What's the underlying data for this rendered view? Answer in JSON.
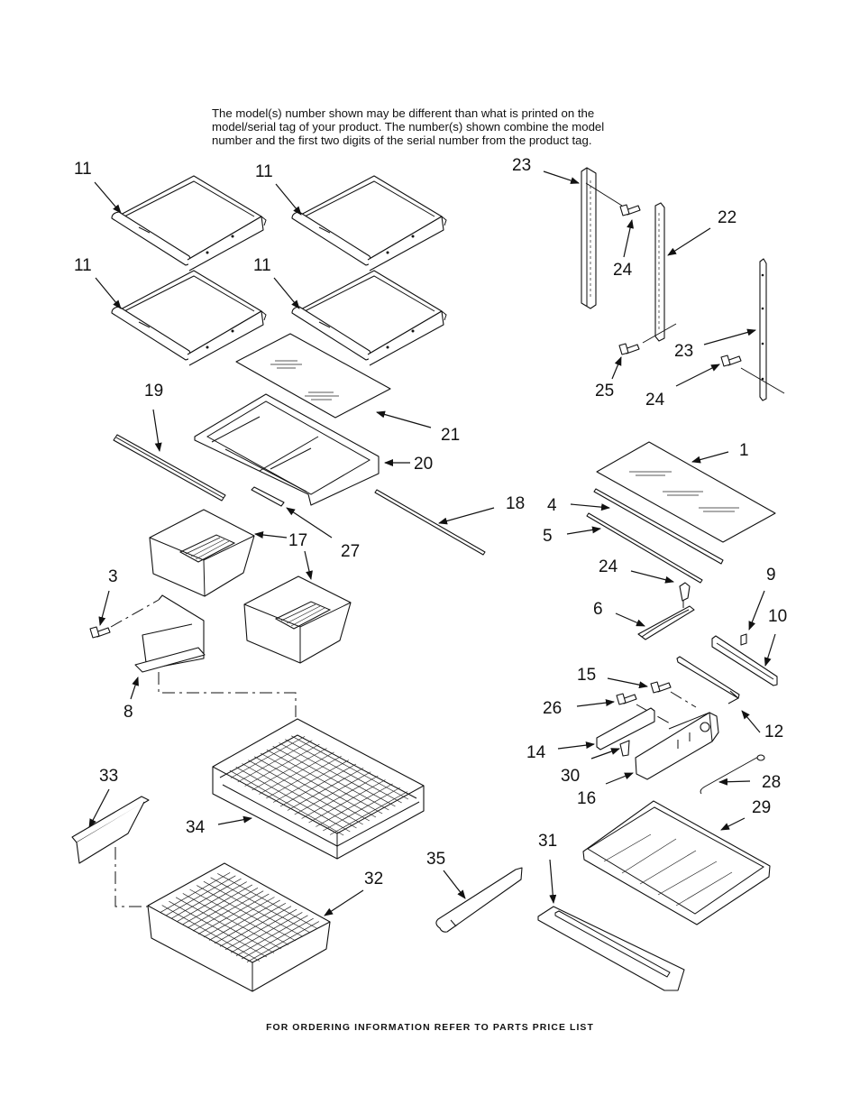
{
  "notice": {
    "lines": [
      "The model(s) number shown may be different than what is printed on the",
      "model/serial tag of your product. The number(s) shown combine the model",
      "number and the first two digits of the serial number from the product tag."
    ]
  },
  "footer": "FOR ORDERING INFORMATION REFER TO PARTS PRICE LIST",
  "callouts": [
    {
      "id": "c11a",
      "text": "11"
    },
    {
      "id": "c11b",
      "text": "11"
    },
    {
      "id": "c11c",
      "text": "11"
    },
    {
      "id": "c11d",
      "text": "11"
    },
    {
      "id": "c23a",
      "text": "23"
    },
    {
      "id": "c22",
      "text": "22"
    },
    {
      "id": "c24a",
      "text": "24"
    },
    {
      "id": "c23b",
      "text": "23"
    },
    {
      "id": "c25",
      "text": "25"
    },
    {
      "id": "c24b",
      "text": "24"
    },
    {
      "id": "c19",
      "text": "19"
    },
    {
      "id": "c21",
      "text": "21"
    },
    {
      "id": "c20",
      "text": "20"
    },
    {
      "id": "c18",
      "text": "18"
    },
    {
      "id": "c27",
      "text": "27"
    },
    {
      "id": "c17",
      "text": "17"
    },
    {
      "id": "c3",
      "text": "3"
    },
    {
      "id": "c8",
      "text": "8"
    },
    {
      "id": "c1",
      "text": "1"
    },
    {
      "id": "c4",
      "text": "4"
    },
    {
      "id": "c5",
      "text": "5"
    },
    {
      "id": "c24c",
      "text": "24"
    },
    {
      "id": "c6",
      "text": "6"
    },
    {
      "id": "c9",
      "text": "9"
    },
    {
      "id": "c10",
      "text": "10"
    },
    {
      "id": "c15",
      "text": "15"
    },
    {
      "id": "c26",
      "text": "26"
    },
    {
      "id": "c12",
      "text": "12"
    },
    {
      "id": "c14",
      "text": "14"
    },
    {
      "id": "c30",
      "text": "30"
    },
    {
      "id": "c16",
      "text": "16"
    },
    {
      "id": "c28",
      "text": "28"
    },
    {
      "id": "c29",
      "text": "29"
    },
    {
      "id": "c33",
      "text": "33"
    },
    {
      "id": "c34",
      "text": "34"
    },
    {
      "id": "c35",
      "text": "35"
    },
    {
      "id": "c31",
      "text": "31"
    },
    {
      "id": "c32",
      "text": "32"
    }
  ]
}
